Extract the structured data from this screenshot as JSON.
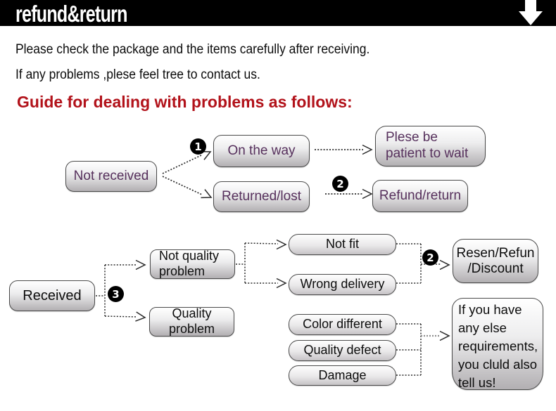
{
  "banner": {
    "title": "refund&return",
    "arrow_icon": "down-arrow",
    "bg_color": "#000000",
    "fg_color": "#ffffff"
  },
  "intro": {
    "line1": "Please check the package and the items carefully after receiving.",
    "line2": "If any problems ,plese feel tree to contact us."
  },
  "heading": {
    "text": "Guide for dealing with problems as follows:",
    "color": "#b2121a"
  },
  "flow1": {
    "nodes": {
      "not_received": "Not received",
      "on_the_way": "On the way",
      "returned_lost": "Returned/lost",
      "please_wait": "Plese be\npatient to wait",
      "refund_return": "Refund/return"
    },
    "badges": {
      "step1": "1",
      "step2": "2"
    },
    "text_color": "#56305c"
  },
  "flow2": {
    "nodes": {
      "received": "Received",
      "not_quality": "Not quality\nproblem",
      "quality": "Quality\nproblem",
      "not_fit": "Not fit",
      "wrong_delivery": "Wrong delivery",
      "color_different": "Color different",
      "quality_defect": "Quality defect",
      "damage": "Damage",
      "resen_refun": "Resen/Refun\n/Discount",
      "note": "If you have\nany else\nrequirements,\nyou cluld also\ntell us!"
    },
    "badges": {
      "step3": "3",
      "step2": "2"
    },
    "text_color": "#0c0c0c"
  },
  "style_colors": {
    "node_border": "#4a4a4a",
    "node_gradient_top": "#ffffff",
    "node_gradient_bottom": "#b2afb2",
    "connector": "#2b2b2b"
  }
}
